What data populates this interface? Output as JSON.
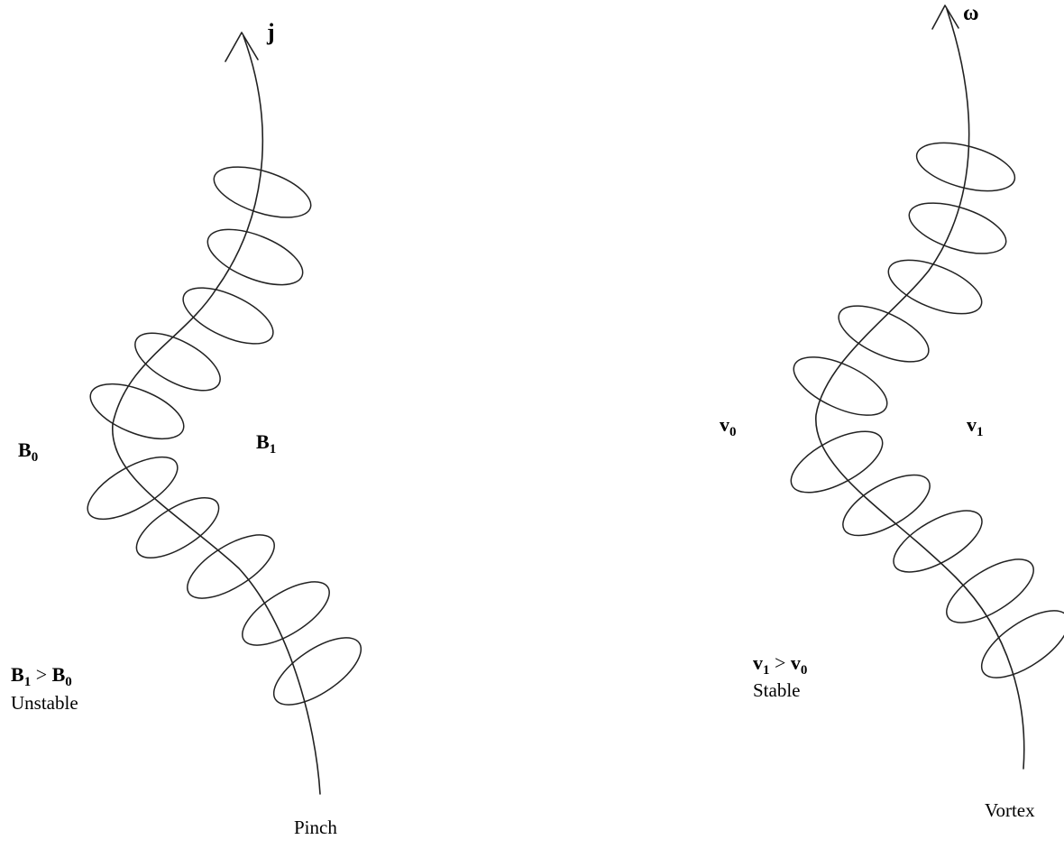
{
  "left_panel": {
    "axis_symbol": "j",
    "field_outside": {
      "base": "B",
      "sub": "0"
    },
    "field_inside": {
      "base": "B",
      "sub": "1"
    },
    "relation": {
      "a": "B",
      "a_sub": "1",
      "op": " > ",
      "b": "B",
      "b_sub": "0"
    },
    "stability": "Unstable",
    "name": "Pinch"
  },
  "right_panel": {
    "axis_symbol": "ω",
    "field_outside": {
      "base": "v",
      "sub": "0"
    },
    "field_inside": {
      "base": "v",
      "sub": "1"
    },
    "relation": {
      "a": "v",
      "a_sub": "1",
      "op": " > ",
      "b": "v",
      "b_sub": "0"
    },
    "stability": "Stable",
    "name": "Vortex"
  }
}
